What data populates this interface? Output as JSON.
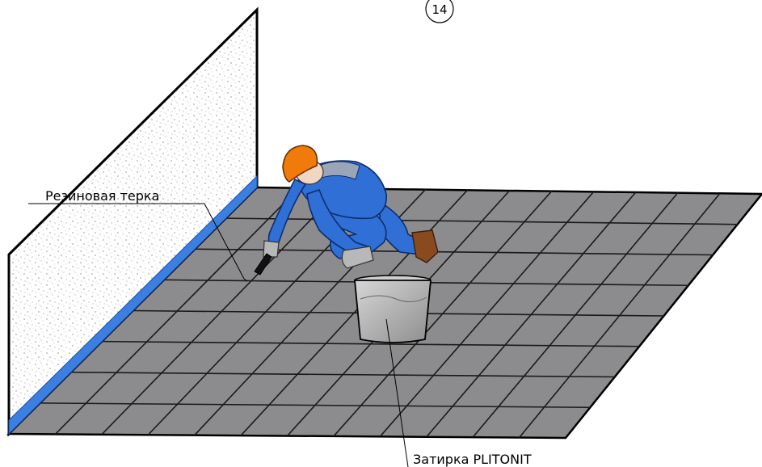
{
  "step_number": "14",
  "labels": {
    "tool": "Резиновая терка",
    "material": "Затирка PLITONIT"
  },
  "colors": {
    "tile": "#8c8c8e",
    "joint": "#1a1a1a",
    "waterproofing_strip": "#3b7fe0",
    "wall_plaster": "#f7f7f7",
    "overalls": "#2f6fd6",
    "helmet": "#f07a0a",
    "bucket": "#a9a9a9"
  }
}
